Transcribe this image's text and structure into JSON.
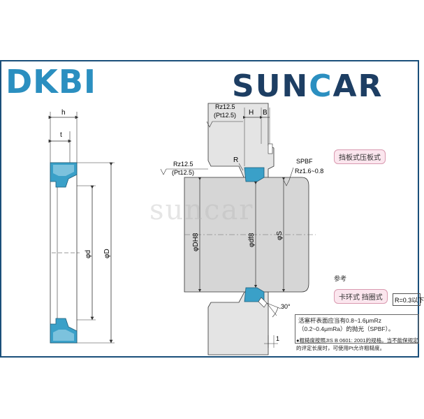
{
  "brand": {
    "left_logo": "DKBI",
    "right_logo_a": "SUN",
    "right_logo_c": "C",
    "right_logo_b": "AR",
    "watermark": "suncar"
  },
  "left_drawing": {
    "h": "h",
    "t": "t",
    "d": "φd",
    "D": "φD"
  },
  "right_drawing": {
    "rz_top": "Rz12.5",
    "pt_top": "(Pt12.5)",
    "H": "H",
    "B": "B",
    "rz_left": "Rz12.5",
    "pt_left": "(Pt12.5)",
    "R": "R",
    "spbf": "SPBF",
    "rz_spbf": "Rz1.6~0.8",
    "DH8": "φDH8",
    "df8": "φdf8",
    "S": "φS",
    "angle": "30°",
    "one": "1"
  },
  "labels": {
    "plate_type": "挡板式压板式",
    "ref": "参考",
    "snap_type": "卡环式 挡圈式",
    "r_box": "R=0.3以下",
    "note1": "活塞杆表面应当有0.8~1.6μmRz（0.2~0.4μmRa）的抛光（SPBF）。",
    "note2": "●粗糙度按照JIS B 0601: 2001的规格。当不能保规定的评定长度时，可使用Pt允许粗糙度。"
  },
  "colors": {
    "seal": "#3aa0c8",
    "border": "#1a4f7a",
    "rod": "#d6d6d6",
    "housing": "#e4e4e4"
  }
}
